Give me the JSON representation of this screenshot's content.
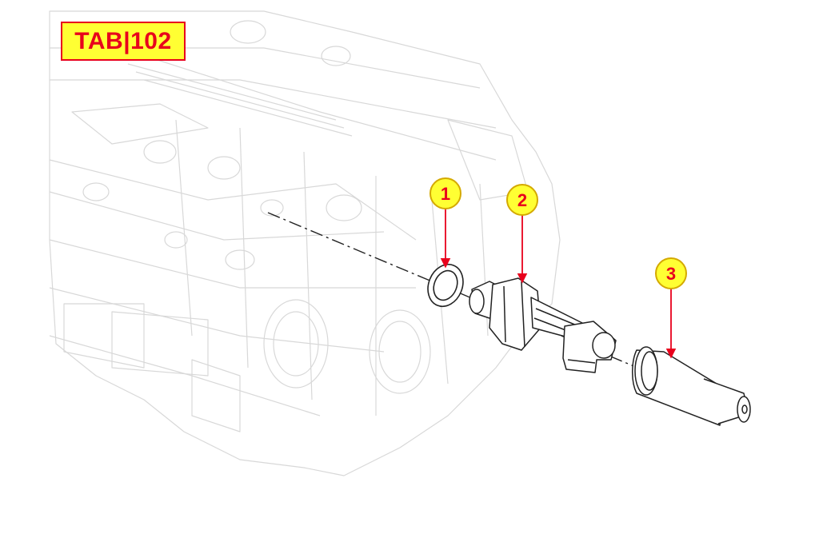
{
  "sheet": {
    "tab_label": "TAB|102"
  },
  "callouts": [
    {
      "label": "1",
      "part": "sealing-washer"
    },
    {
      "label": "2",
      "part": "pressure-sensor"
    },
    {
      "label": "3",
      "part": "protective-cap"
    }
  ],
  "colors": {
    "callout_fill": "#ffff33",
    "callout_ring": "#d4a900",
    "accent_red": "#e8001c",
    "ghost_lines": "#d6d6d6",
    "part_lines": "#222222"
  }
}
